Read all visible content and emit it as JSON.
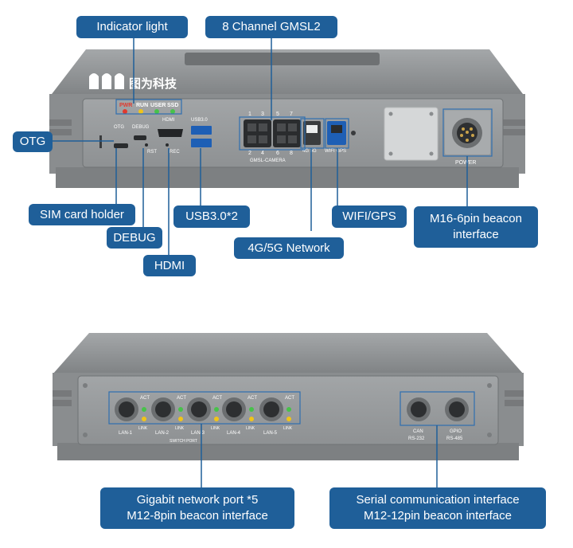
{
  "callouts": {
    "indicator_light": "Indicator light",
    "gmsl2": "8 Channel GMSL2",
    "otg": "OTG",
    "sim_card_holder": "SIM card holder",
    "debug": "DEBUG",
    "hdmi": "HDMI",
    "usb30": "USB3.0*2",
    "network_4g5g": "4G/5G Network",
    "wifi_gps": "WIFI/GPS",
    "m16_line1": "M16-6pin beacon",
    "m16_line2": "interface",
    "gigabit_line1": "Gigabit network port *5",
    "gigabit_line2": "M12-8pin beacon interface",
    "serial_line1": "Serial communication interface",
    "serial_line2": "M12-12pin beacon interface"
  },
  "device_front": {
    "brand": "图为科技",
    "leds": [
      "PWR",
      "RUN",
      "USER",
      "SSD"
    ],
    "port_labels": {
      "otg": "OTG",
      "debug": "DEBUG",
      "hdmi": "HDMI",
      "usb": "USB3.0",
      "rst": "RST",
      "rec": "REC",
      "net": "4G 5G",
      "wifi_gps": "WIFI GPS",
      "gmsl_camera": "GMSL-CAMERA",
      "power": "POWER"
    },
    "gmsl_numbers_top": [
      "1",
      "3",
      "5",
      "7"
    ],
    "gmsl_numbers_bottom": [
      "2",
      "4",
      "6",
      "8"
    ]
  },
  "device_back": {
    "lan_labels": [
      "LAN-1",
      "LAN-2",
      "LAN-3",
      "LAN-4",
      "LAN-5"
    ],
    "act": "ACT",
    "link": "LINK",
    "switch_port": "SWITCH PORT",
    "can": "CAN",
    "rs232": "RS-232",
    "gpio": "GPIO",
    "rs485": "RS-485"
  },
  "colors": {
    "callout_blue": "#1f5f99",
    "chassis_gray": "#8f9294",
    "panel_gray": "#9a9d9f",
    "led_red": "#e03a2e",
    "led_yellow": "#f0c419",
    "led_green": "#47c24a"
  }
}
